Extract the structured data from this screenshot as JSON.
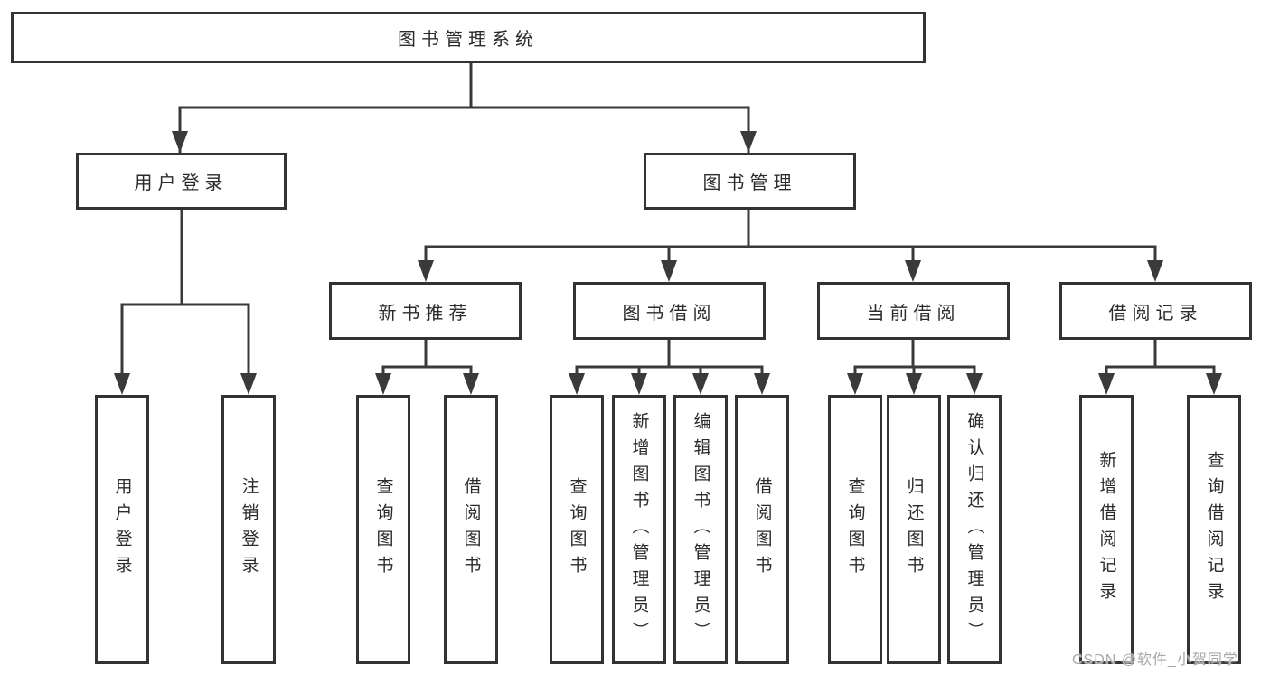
{
  "diagram": {
    "title": "图书管理系统",
    "nodes": {
      "root": "图书管理系统",
      "level2": [
        "用户登录",
        "图书管理"
      ],
      "level3": [
        "新书推荐",
        "图书借阅",
        "当前借阅",
        "借阅记录"
      ],
      "leaves": [
        "用户登录",
        "注销登录",
        "查询图书",
        "借阅图书",
        "查询图书",
        "新增图书（管理员）",
        "编辑图书（管理员）",
        "借阅图书",
        "查询图书",
        "归还图书",
        "确认归还（管理员）",
        "新增借阅记录",
        "查询借阅记录"
      ]
    },
    "watermark": "CSDN @软件_小贺同学",
    "colors": {
      "line": "#3a3a3a",
      "box_border": "#333333",
      "text": "#2b2b2b",
      "watermark": "#a8a8a8",
      "background": "#ffffff"
    }
  }
}
